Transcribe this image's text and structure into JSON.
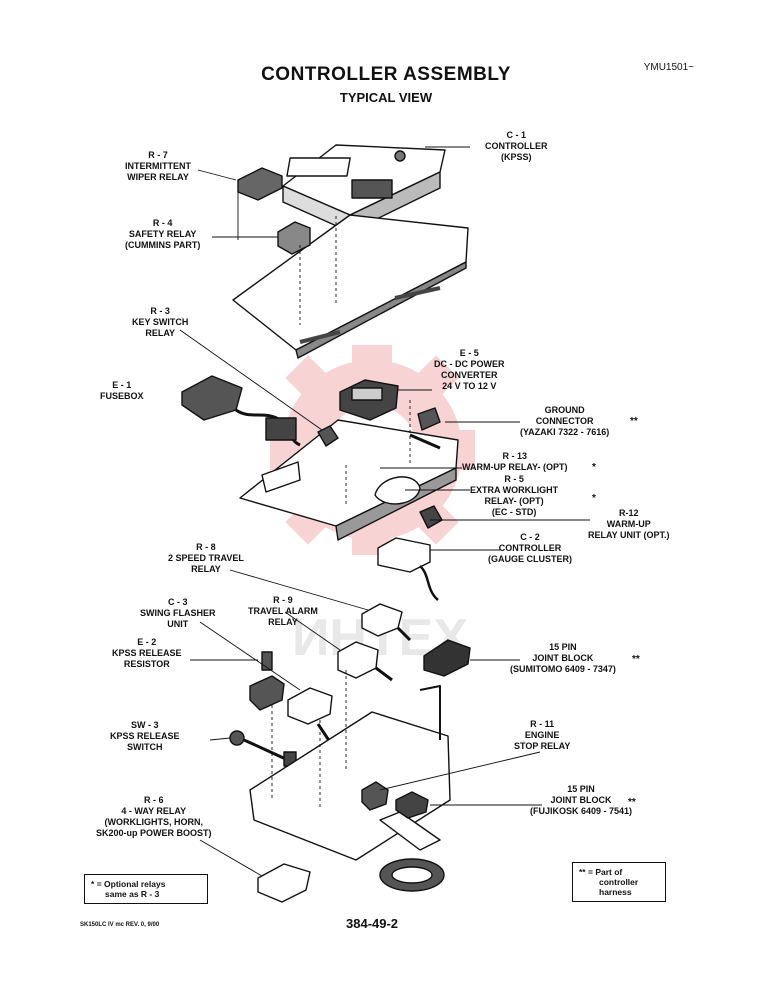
{
  "header": {
    "title": "CONTROLLER ASSEMBLY",
    "subtitle": "TYPICAL VIEW",
    "doc_code": "YMU1501~"
  },
  "watermark": {
    "text": "ИНТЕХ",
    "color": "#f5c6c6"
  },
  "labels": {
    "c1": [
      "C - 1",
      "CONTROLLER",
      "(KPSS)"
    ],
    "r7": [
      "R - 7",
      "INTERMITTENT",
      "WIPER RELAY"
    ],
    "r4": [
      "R - 4",
      "SAFETY RELAY",
      "(CUMMINS PART)"
    ],
    "r3": [
      "R - 3",
      "KEY SWITCH",
      "RELAY"
    ],
    "e1": [
      "E - 1",
      "FUSEBOX"
    ],
    "e5": [
      "E - 5",
      "DC - DC POWER",
      "CONVERTER",
      "24 V  TO  12 V"
    ],
    "ground": [
      "GROUND",
      "CONNECTOR",
      "(YAZAKI 7322 - 7616)"
    ],
    "r13": [
      "R - 13",
      "WARM-UP RELAY- (OPT)"
    ],
    "r5": [
      "R - 5",
      "EXTRA WORKLIGHT",
      "RELAY- (OPT)",
      "(EC - STD)"
    ],
    "r12": [
      "R-12",
      "WARM-UP",
      "RELAY UNIT (OPT.)"
    ],
    "c2": [
      "C - 2",
      "CONTROLLER",
      "(GAUGE CLUSTER)"
    ],
    "r8": [
      "R - 8",
      "2 SPEED TRAVEL",
      "RELAY"
    ],
    "r9": [
      "R - 9",
      "TRAVEL ALARM",
      "RELAY"
    ],
    "c3": [
      "C - 3",
      "SWING FLASHER",
      "UNIT"
    ],
    "jb1": [
      "15 PIN",
      "JOINT BLOCK",
      "(SUMITOMO 6409 - 7347)"
    ],
    "e2": [
      "E - 2",
      "KPSS RELEASE",
      "RESISTOR"
    ],
    "r11": [
      "R - 11",
      "ENGINE",
      "STOP RELAY"
    ],
    "sw3": [
      "SW - 3",
      "KPSS RELEASE",
      "SWITCH"
    ],
    "jb2": [
      "15 PIN",
      "JOINT BLOCK",
      "(FUJIKOSK 6409 - 7541)"
    ],
    "r6": [
      "R - 6",
      "4 - WAY RELAY",
      "(WORKLIGHTS, HORN,",
      "SK200-up POWER BOOST)"
    ]
  },
  "markers": {
    "optional": "*",
    "harness": "**"
  },
  "legend_optional": {
    "symbol": "*",
    "lines": [
      "= Optional relays",
      "same as R - 3"
    ]
  },
  "legend_harness": {
    "symbol": "**",
    "lines": [
      "= Part of",
      "controller",
      "harness"
    ]
  },
  "footer": {
    "page_number": "384-49-2",
    "note": "SK150LC IV mc REV. 0, 9/00"
  }
}
